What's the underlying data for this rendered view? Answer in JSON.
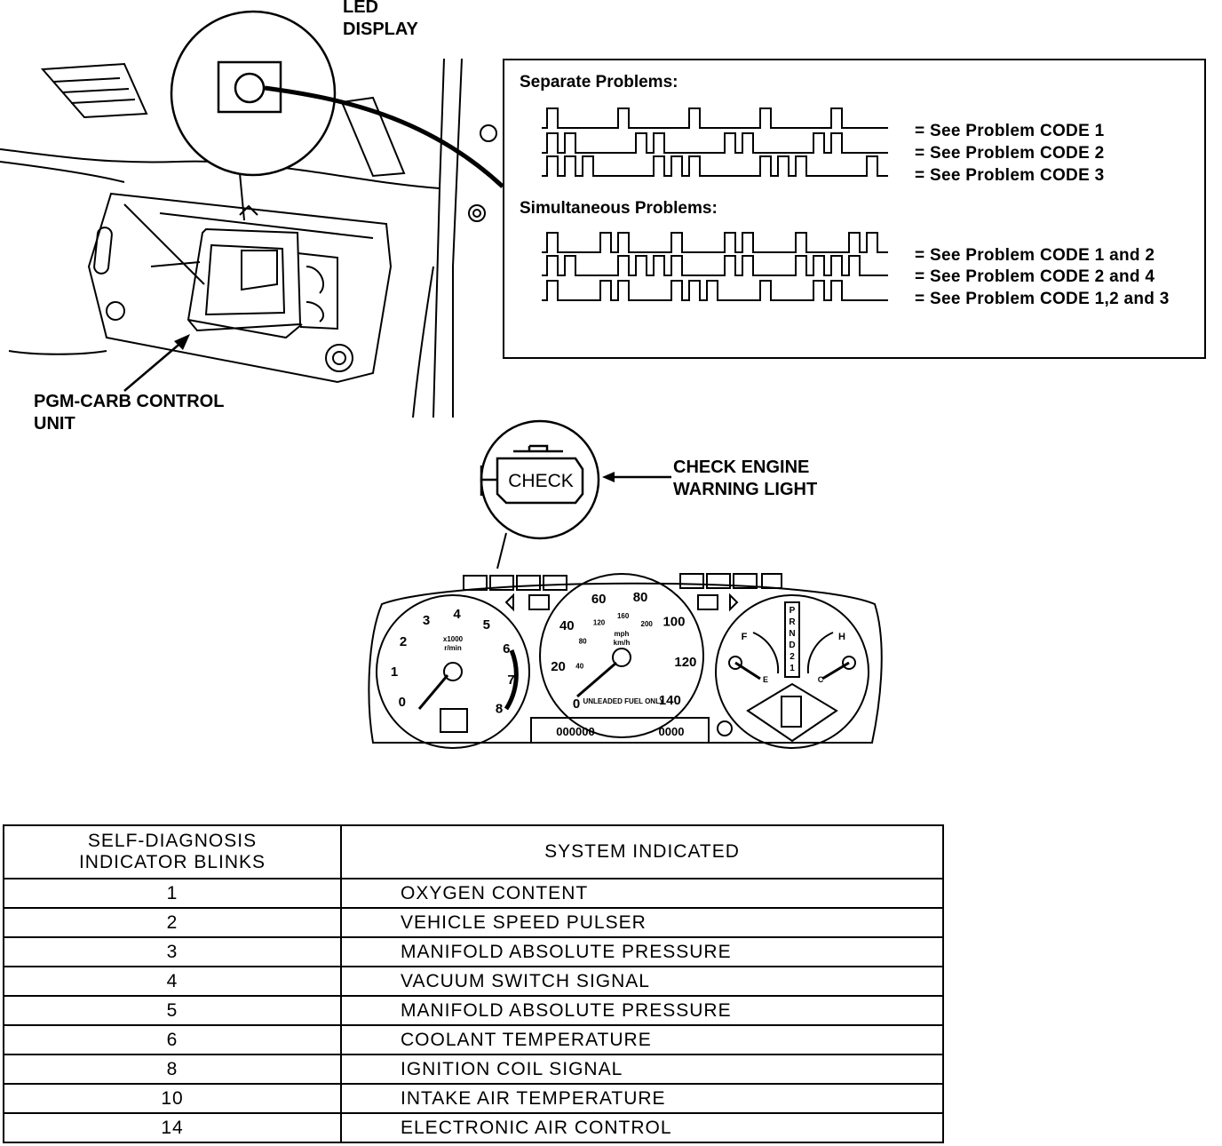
{
  "labels": {
    "led_display_line1": "LED",
    "led_display_line2": "DISPLAY",
    "control_unit_line1": "PGM-CARB CONTROL",
    "control_unit_line2": "UNIT",
    "check_engine_line1": "CHECK ENGINE",
    "check_engine_line2": "WARNING LIGHT",
    "check_lamp_text": "CHECK"
  },
  "code_box": {
    "separate_title": "Separate Problems:",
    "simultaneous_title": "Simultaneous Problems:",
    "separate": [
      {
        "text": "= See Problem CODE 1",
        "pattern": [
          1
        ]
      },
      {
        "text": "= See Problem CODE 2",
        "pattern": [
          2
        ]
      },
      {
        "text": "= See Problem CODE 3",
        "pattern": [
          3
        ]
      }
    ],
    "simultaneous": [
      {
        "text": "= See Problem CODE 1 and 2",
        "pattern": [
          1,
          2
        ]
      },
      {
        "text": "= See Problem CODE 2 and 4",
        "pattern": [
          2,
          4
        ]
      },
      {
        "text": "= See Problem CODE 1,2 and 3",
        "pattern": [
          1,
          2,
          3
        ]
      }
    ]
  },
  "cluster": {
    "tach_numbers": [
      "0",
      "1",
      "2",
      "3",
      "4",
      "5",
      "6",
      "7",
      "8"
    ],
    "tach_unit_1": "x1000",
    "tach_unit_2": "r/min",
    "speedo_numbers": [
      "0",
      "20",
      "40",
      "60",
      "80",
      "100",
      "120",
      "140"
    ],
    "speedo_kmh_numbers": [
      "40",
      "80",
      "120",
      "160",
      "200"
    ],
    "speedo_unit_1": "mph",
    "speedo_unit_2": "km/h",
    "speedo_fuel_text": "UNLEADED FUEL ONLY",
    "fuel_letters": [
      "F",
      "E"
    ],
    "temp_letters": [
      "H",
      "C"
    ],
    "gear_letters": [
      "P",
      "R",
      "N",
      "D",
      "2",
      "1"
    ],
    "odometer": "000000",
    "trip": "0000"
  },
  "table": {
    "headers": [
      "SELF-DIAGNOSIS\nINDICATOR BLINKS",
      "SYSTEM INDICATED"
    ],
    "rows": [
      [
        "1",
        "OXYGEN CONTENT"
      ],
      [
        "2",
        "VEHICLE SPEED PULSER"
      ],
      [
        "3",
        "MANIFOLD ABSOLUTE PRESSURE"
      ],
      [
        "4",
        "VACUUM SWITCH SIGNAL"
      ],
      [
        "5",
        "MANIFOLD ABSOLUTE PRESSURE"
      ],
      [
        "6",
        "COOLANT TEMPERATURE"
      ],
      [
        "8",
        "IGNITION COIL SIGNAL"
      ],
      [
        "10",
        "INTAKE AIR TEMPERATURE"
      ],
      [
        "14",
        "ELECTRONIC AIR CONTROL"
      ]
    ]
  }
}
